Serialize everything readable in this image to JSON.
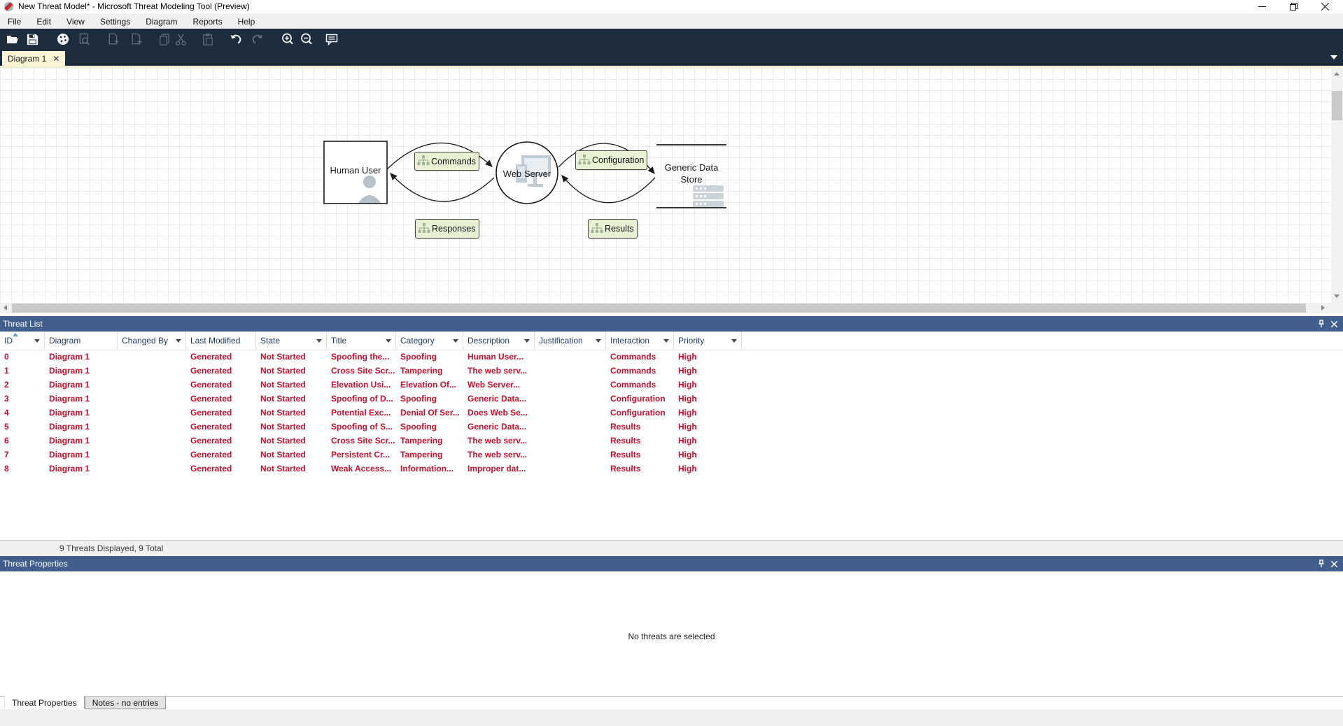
{
  "window": {
    "title": "New Threat Model* - Microsoft Threat Modeling Tool  (Preview)"
  },
  "menu": {
    "items": [
      "File",
      "Edit",
      "View",
      "Settings",
      "Diagram",
      "Reports",
      "Help"
    ]
  },
  "toolbar": {
    "icons": [
      "open-folder",
      "save",
      "palette-report",
      "search-document",
      "add-diagram",
      "remove-diagram",
      "copy",
      "cut",
      "paste",
      "undo",
      "redo",
      "zoom-in",
      "zoom-out",
      "feedback-comment"
    ]
  },
  "tabs": {
    "diagram_tab": "Diagram 1",
    "close_glyph": "✕"
  },
  "canvas": {
    "nodes": {
      "human_user": "Human User",
      "web_server": "Web Server",
      "data_store_line1": "Generic Data",
      "data_store_line2": "Store"
    },
    "flows": {
      "commands": "Commands",
      "configuration": "Configuration",
      "responses": "Responses",
      "results": "Results"
    }
  },
  "threat_list": {
    "title": "Threat List",
    "columns": [
      {
        "label": "ID",
        "filter": true
      },
      {
        "label": "Diagram",
        "filter": false
      },
      {
        "label": "Changed By",
        "filter": true
      },
      {
        "label": "Last Modified",
        "filter": false
      },
      {
        "label": "State",
        "filter": true
      },
      {
        "label": "Title",
        "filter": true
      },
      {
        "label": "Category",
        "filter": true
      },
      {
        "label": "Description",
        "filter": true
      },
      {
        "label": "Justification",
        "filter": true
      },
      {
        "label": "Interaction",
        "filter": true
      },
      {
        "label": "Priority",
        "filter": true
      }
    ],
    "rows": [
      {
        "id": "0",
        "diagram": "Diagram 1",
        "changed_by": "",
        "last_modified": "Generated",
        "state": "Not Started",
        "title": "Spoofing the...",
        "category": "Spoofing",
        "description": "Human User...",
        "justification": "",
        "interaction": "Commands",
        "priority": "High"
      },
      {
        "id": "1",
        "diagram": "Diagram 1",
        "changed_by": "",
        "last_modified": "Generated",
        "state": "Not Started",
        "title": "Cross Site Scr...",
        "category": "Tampering",
        "description": "The web serv...",
        "justification": "",
        "interaction": "Commands",
        "priority": "High"
      },
      {
        "id": "2",
        "diagram": "Diagram 1",
        "changed_by": "",
        "last_modified": "Generated",
        "state": "Not Started",
        "title": "Elevation Usi...",
        "category": "Elevation Of...",
        "description": "Web Server...",
        "justification": "",
        "interaction": "Commands",
        "priority": "High"
      },
      {
        "id": "3",
        "diagram": "Diagram 1",
        "changed_by": "",
        "last_modified": "Generated",
        "state": "Not Started",
        "title": "Spoofing of D...",
        "category": "Spoofing",
        "description": "Generic Data...",
        "justification": "",
        "interaction": "Configuration",
        "priority": "High"
      },
      {
        "id": "4",
        "diagram": "Diagram 1",
        "changed_by": "",
        "last_modified": "Generated",
        "state": "Not Started",
        "title": "Potential Exc...",
        "category": "Denial Of Ser...",
        "description": "Does Web Se...",
        "justification": "",
        "interaction": "Configuration",
        "priority": "High"
      },
      {
        "id": "5",
        "diagram": "Diagram 1",
        "changed_by": "",
        "last_modified": "Generated",
        "state": "Not Started",
        "title": "Spoofing of S...",
        "category": "Spoofing",
        "description": "Generic Data...",
        "justification": "",
        "interaction": "Results",
        "priority": "High"
      },
      {
        "id": "6",
        "diagram": "Diagram 1",
        "changed_by": "",
        "last_modified": "Generated",
        "state": "Not Started",
        "title": "Cross Site Scr...",
        "category": "Tampering",
        "description": "The web serv...",
        "justification": "",
        "interaction": "Results",
        "priority": "High"
      },
      {
        "id": "7",
        "diagram": "Diagram 1",
        "changed_by": "",
        "last_modified": "Generated",
        "state": "Not Started",
        "title": "Persistent Cr...",
        "category": "Tampering",
        "description": "The web serv...",
        "justification": "",
        "interaction": "Results",
        "priority": "High"
      },
      {
        "id": "8",
        "diagram": "Diagram 1",
        "changed_by": "",
        "last_modified": "Generated",
        "state": "Not Started",
        "title": "Weak Access...",
        "category": "Information...",
        "description": "Improper dat...",
        "justification": "",
        "interaction": "Results",
        "priority": "High"
      }
    ],
    "status": "9 Threats Displayed, 9 Total"
  },
  "threat_properties": {
    "title": "Threat Properties",
    "empty_message": "No threats are selected",
    "tabs": [
      "Threat Properties",
      "Notes - no entries"
    ]
  },
  "colors": {
    "panel_header_blue": "#415e8c",
    "toolbar_navy": "#1e2d3d",
    "threat_text_red": "#c8102e",
    "column_text_navy": "#1f3a68",
    "tab_cream": "#faf3d6",
    "flow_label_green": "#e9f1d5"
  }
}
